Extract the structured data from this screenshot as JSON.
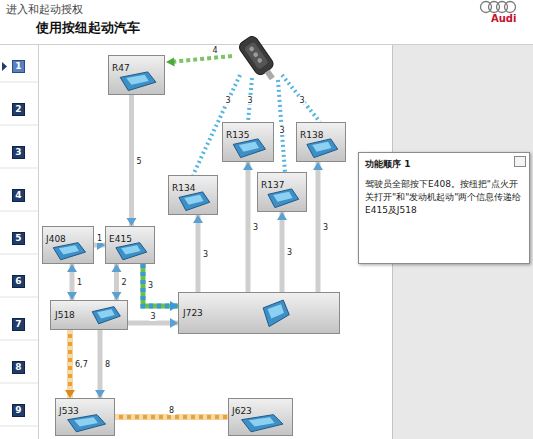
{
  "diagram": {
    "title": "使用按纽起动汽车",
    "nodes": [
      {
        "text": [
          "1"
        ]
      },
      {
        "text": [
          "2"
        ]
      },
      {
        "text": [
          "3"
        ]
      },
      {
        "text": [
          "4"
        ]
      },
      {
        "text": [
          "5"
        ]
      },
      {
        "text": [
          "6"
        ]
      },
      {
        "text": [
          "7"
        ]
      },
      {
        "text": [
          "8"
        ]
      },
      {
        "text": [
          "9"
        ]
      },
      {
        "text": [
          "R47"
        ]
      },
      {
        "text": [
          "R135"
        ]
      },
      {
        "text": [
          "R138"
        ]
      },
      {
        "text": [
          "R134"
        ]
      },
      {
        "text": [
          "R137"
        ]
      },
      {
        "text": [
          "J408"
        ]
      },
      {
        "text": [
          "E415"
        ]
      },
      {
        "text": [
          "J723"
        ]
      },
      {
        "text": [
          "J518"
        ]
      },
      {
        "text": [
          "J533"
        ]
      },
      {
        "text": [
          "J623"
        ]
      },
      {
        "text": [
          "功能顺序 1",
          "驾驶员全部按下E408。按纽把\"点火开关打开\"和\"发动机起动\"两个信息传递给E415及J518"
        ]
      }
    ],
    "edges": [
      {
        "from": 14,
        "to": 15,
        "arrow": "to",
        "label": "1"
      },
      {
        "from": 9,
        "to": 15,
        "arrow": "to",
        "label": "5"
      },
      {
        "from": 14,
        "to": 17,
        "arrow": "both",
        "label": "1"
      },
      {
        "from": 15,
        "to": 17,
        "arrow": "both",
        "label": "2"
      },
      {
        "from": 15,
        "to": 16,
        "arrow": "to",
        "label": "3"
      },
      {
        "from": 17,
        "to": 16,
        "arrow": "to",
        "label": "3"
      },
      {
        "from": 16,
        "to": 12,
        "arrow": "to",
        "label": "3"
      },
      {
        "from": 16,
        "to": 10,
        "arrow": "to",
        "label": "3"
      },
      {
        "from": 16,
        "to": 13,
        "arrow": "to",
        "label": "3"
      },
      {
        "from": 16,
        "to": 11,
        "arrow": "to",
        "label": "3"
      },
      {
        "from": 17,
        "to": 18,
        "arrow": "to",
        "label": "6,7"
      },
      {
        "from": 17,
        "to": 18,
        "arrow": "to",
        "label": "8"
      },
      {
        "from": 18,
        "to": 19,
        "arrow": "none",
        "label": "8"
      }
    ],
    "labels": [
      "进入和起动授权",
      "Audi",
      "4",
      "3",
      "3",
      "3",
      "3"
    ]
  }
}
